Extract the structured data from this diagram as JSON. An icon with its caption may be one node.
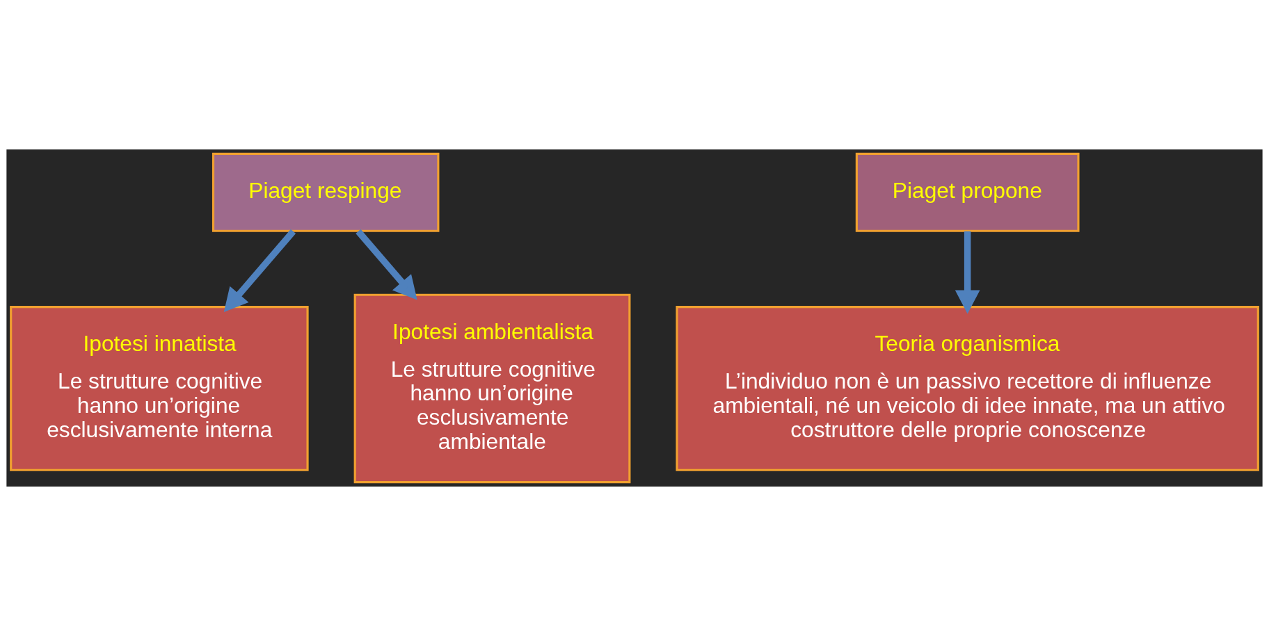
{
  "diagram": {
    "nodes": [
      {
        "text": [
          "Ipotesi innatista",
          "Le strutture cognitive hanno un’origine esclusivamente interna"
        ]
      },
      {
        "text": [
          "Piaget respinge"
        ]
      },
      {
        "text": [
          "Ipotesi ambientalista",
          "Le strutture cognitive hanno un’origine esclusivamente ambientale"
        ]
      },
      {
        "text": [
          "Piaget propone"
        ]
      },
      {
        "text": [
          "Teoria organismica",
          "L’individuo non è un passivo recettore di influenze ambientali, né un veicolo di idee innate, ma un attivo costruttore delle proprie conoscenze"
        ]
      }
    ],
    "edges": [
      {
        "from": 1,
        "to": 0,
        "arrow": "to"
      },
      {
        "from": 1,
        "to": 2,
        "arrow": "to"
      },
      {
        "from": 3,
        "to": 4,
        "arrow": "to"
      }
    ]
  }
}
